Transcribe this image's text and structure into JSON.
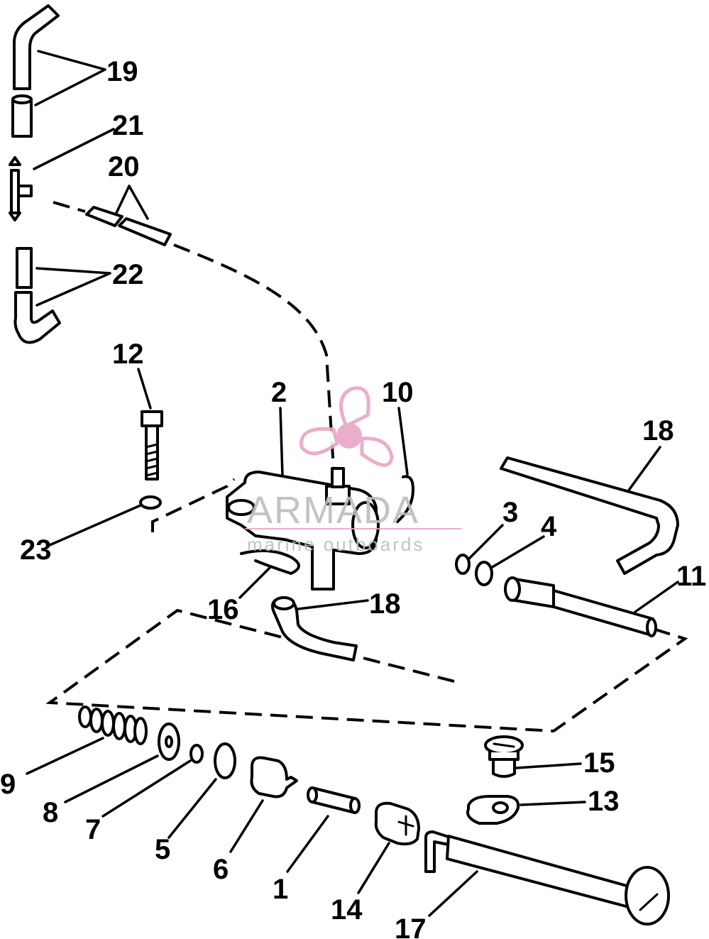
{
  "callouts": {
    "n1": "1",
    "n2": "2",
    "n3": "3",
    "n4": "4",
    "n5": "5",
    "n6": "6",
    "n7": "7",
    "n8": "8",
    "n9": "9",
    "n10": "10",
    "n11": "11",
    "n12": "12",
    "n13": "13",
    "n14": "14",
    "n15": "15",
    "n16": "16",
    "n17": "17",
    "n18a": "18",
    "n18b": "18",
    "n19": "19",
    "n20": "20",
    "n21": "21",
    "n22": "22",
    "n23": "23"
  },
  "watermark": {
    "brand": "ARMADA",
    "tagline": "marine outboards",
    "color": "#e8a6c6"
  }
}
